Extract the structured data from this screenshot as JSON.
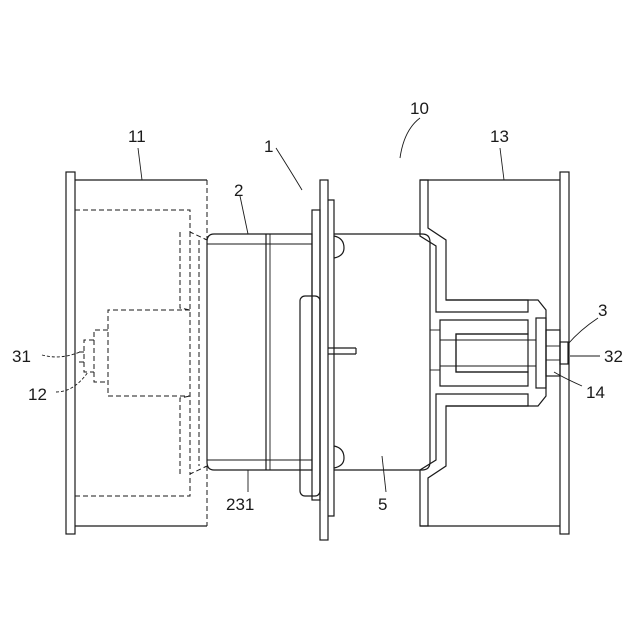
{
  "labels": {
    "l10": "10",
    "l11": "11",
    "l13": "13",
    "l1": "1",
    "l2": "2",
    "l3": "3",
    "l31": "31",
    "l32": "32",
    "l12": "12",
    "l14": "14",
    "l231": "231",
    "l5": "5"
  }
}
